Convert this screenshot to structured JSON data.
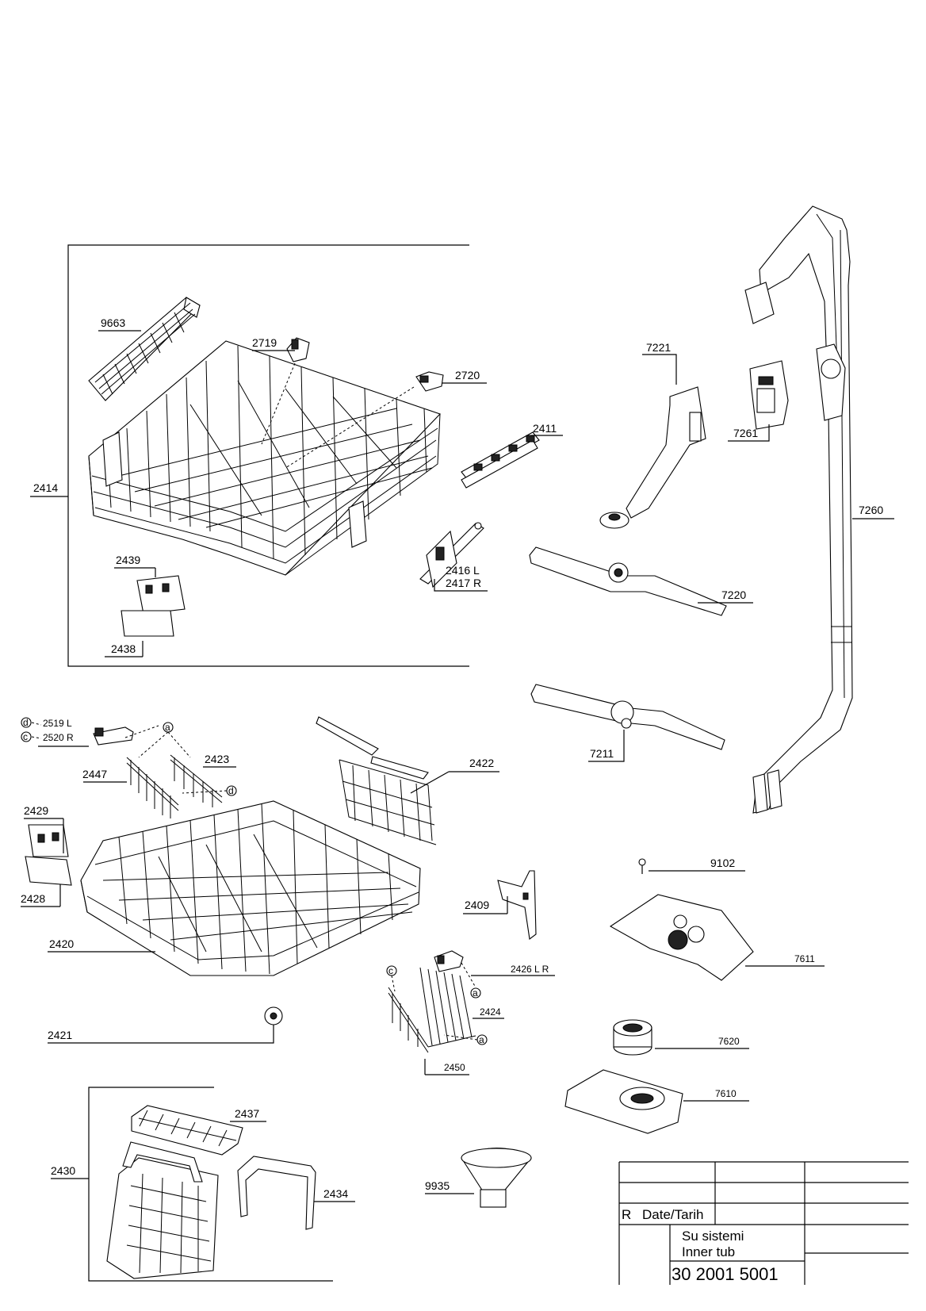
{
  "diagram": {
    "callouts": {
      "p9663": "9663",
      "p2719": "2719",
      "p2720": "2720",
      "p2411": "2411",
      "p2414": "2414",
      "p2416": "2416 L",
      "p2417": "2417 R",
      "p2439": "2439",
      "p2438": "2438",
      "p7221": "7221",
      "p7261": "7261",
      "p7260": "7260",
      "p7220": "7220",
      "p7211": "7211",
      "p2519": "2519 L",
      "p2520": "2520 R",
      "p2423": "2423",
      "p2447": "2447",
      "p2422": "2422",
      "p2429": "2429",
      "p2428": "2428",
      "p2420": "2420",
      "p2409": "2409",
      "p2426": "2426 L R",
      "p2424": "2424",
      "p2421": "2421",
      "p2450": "2450",
      "p9102": "9102",
      "p7611": "7611",
      "p7620": "7620",
      "p7610": "7610",
      "p2437": "2437",
      "p2430": "2430",
      "p2434": "2434",
      "p9935": "9935"
    },
    "markers": {
      "d": "d",
      "c": "c",
      "a": "a"
    }
  },
  "title_block": {
    "revision": "R",
    "date_label": "Date/Tarih",
    "name_tr": "Su sistemi",
    "name_en": "Inner tub",
    "drawing_no": "30 2001 5001"
  }
}
